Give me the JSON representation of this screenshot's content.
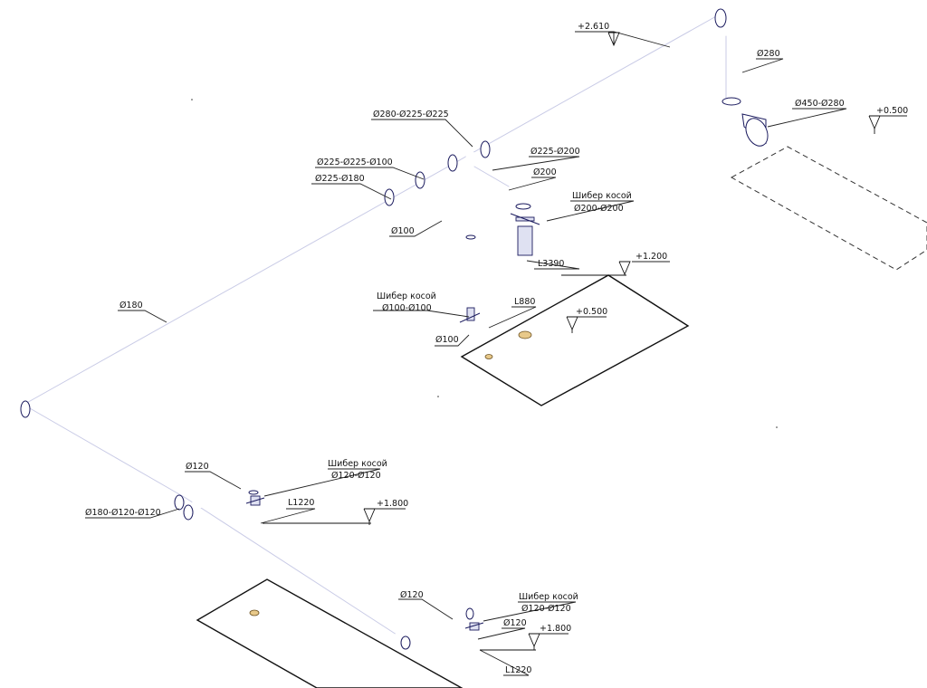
{
  "diagram": {
    "labels": {
      "elev_top": "+2.610",
      "d280": "Ø280",
      "d450_280": "Ø450-Ø280",
      "elev_0500_right": "+0.500",
      "tee_280_225_225": "Ø280-Ø225-Ø225",
      "tee_225_225_100": "Ø225-Ø225-Ø100",
      "red_225_180": "Ø225-Ø180",
      "red_225_200": "Ø225-Ø200",
      "d200": "Ø200",
      "damper_200_title": "Шибер косой",
      "damper_200_size": "Ø200-Ø200",
      "d100_upper": "Ø100",
      "len_3390": "L3390",
      "elev_1200": "+1.200",
      "d180": "Ø180",
      "damper_100_title": "Шибер косой",
      "damper_100_size": "Ø100-Ø100",
      "len_880": "L880",
      "elev_0500_mid": "+0.500",
      "d100_lower": "Ø100",
      "d120_a": "Ø120",
      "damper_120a_title": "Шибер косой",
      "damper_120a_size": "Ø120-Ø120",
      "len_1220_a": "L1220",
      "elev_1800_a": "+1.800",
      "tee_180_120_120": "Ø180-Ø120-Ø120",
      "d120_b": "Ø120",
      "damper_120b_title": "Шибер косой",
      "damper_120b_size": "Ø120-Ø120",
      "d120_c": "Ø120",
      "elev_1800_b": "+1.800",
      "len_1220_b": "L1220"
    }
  }
}
